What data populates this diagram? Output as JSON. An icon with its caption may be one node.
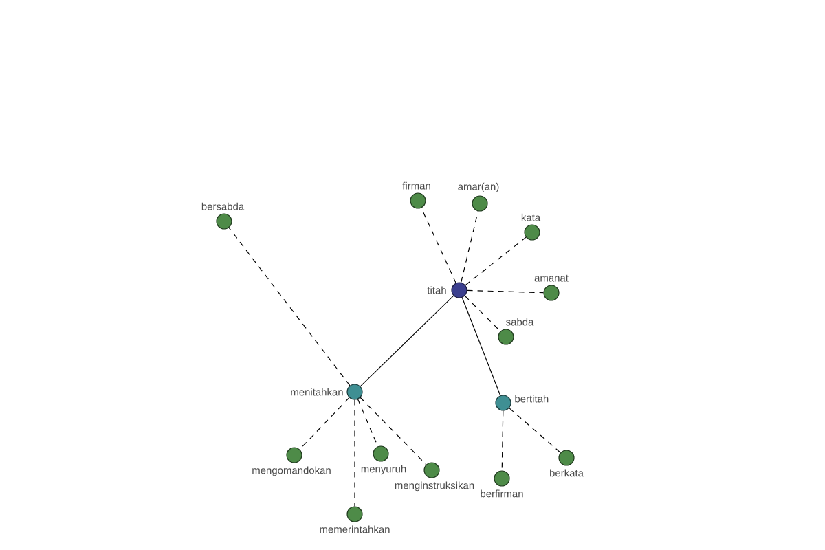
{
  "diagram": {
    "nodes": [
      {
        "text": [
          "firman"
        ]
      },
      {
        "text": [
          "amar(an)"
        ]
      },
      {
        "text": [
          "bersabda"
        ]
      },
      {
        "text": [
          "kata"
        ]
      },
      {
        "text": [
          "titah"
        ]
      },
      {
        "text": [
          "amanat"
        ]
      },
      {
        "text": [
          "sabda"
        ]
      },
      {
        "text": [
          "menitahkan"
        ]
      },
      {
        "text": [
          "bertitah"
        ]
      },
      {
        "text": [
          "mengomandokan"
        ]
      },
      {
        "text": [
          "menyuruh"
        ]
      },
      {
        "text": [
          "berkata"
        ]
      },
      {
        "text": [
          "menginstruksikan"
        ]
      },
      {
        "text": [
          "berfirman"
        ]
      },
      {
        "text": [
          "memerintahkan"
        ]
      }
    ],
    "edges": [
      {
        "from": 4,
        "to": 7,
        "arrow": "none"
      },
      {
        "from": 4,
        "to": 8,
        "arrow": "none"
      },
      {
        "from": 4,
        "to": 0,
        "arrow": "none",
        "style": "dashed"
      },
      {
        "from": 4,
        "to": 1,
        "arrow": "none",
        "style": "dashed"
      },
      {
        "from": 4,
        "to": 3,
        "arrow": "none",
        "style": "dashed"
      },
      {
        "from": 4,
        "to": 5,
        "arrow": "none",
        "style": "dashed"
      },
      {
        "from": 4,
        "to": 6,
        "arrow": "none",
        "style": "dashed"
      },
      {
        "from": 7,
        "to": 2,
        "arrow": "none",
        "style": "dashed"
      },
      {
        "from": 7,
        "to": 9,
        "arrow": "none",
        "style": "dashed"
      },
      {
        "from": 7,
        "to": 10,
        "arrow": "none",
        "style": "dashed"
      },
      {
        "from": 7,
        "to": 12,
        "arrow": "none",
        "style": "dashed"
      },
      {
        "from": 7,
        "to": 14,
        "arrow": "none",
        "style": "dashed"
      },
      {
        "from": 8,
        "to": 13,
        "arrow": "none",
        "style": "dashed"
      },
      {
        "from": 8,
        "to": 11,
        "arrow": "none",
        "style": "dashed"
      }
    ]
  }
}
